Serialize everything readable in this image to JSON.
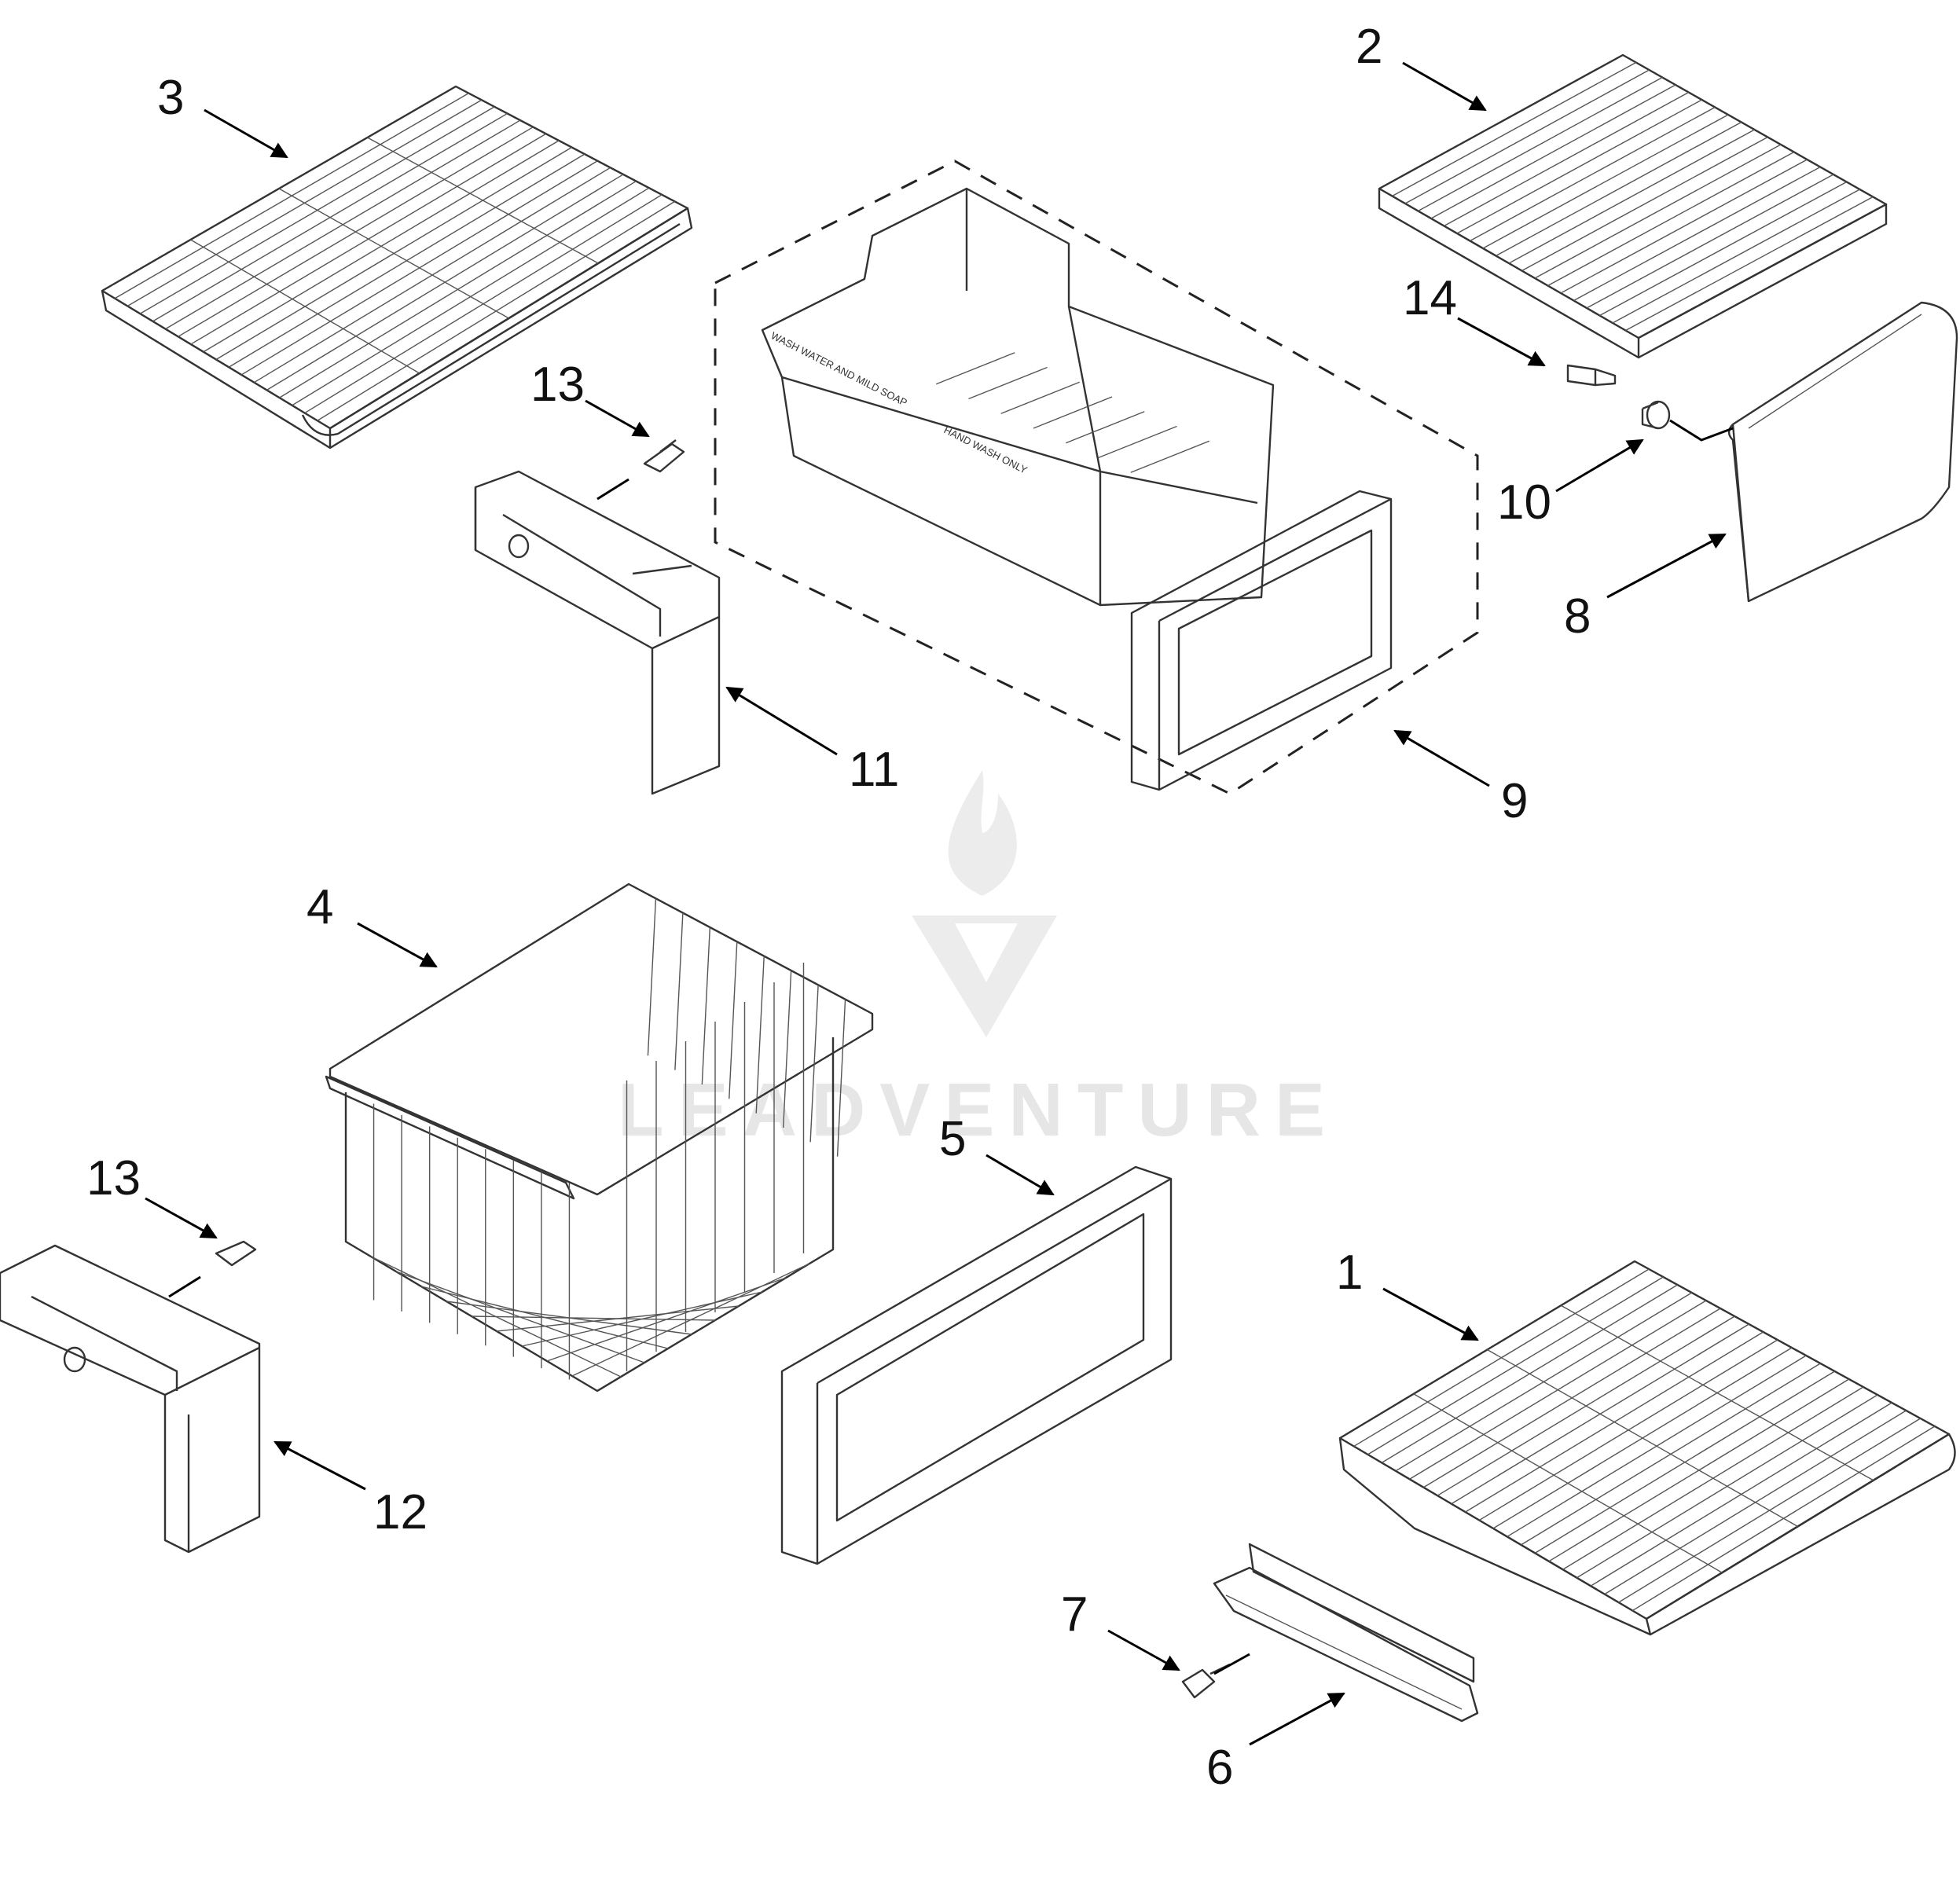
{
  "diagram": {
    "callouts": [
      {
        "id": "c3",
        "label": "3"
      },
      {
        "id": "c2",
        "label": "2"
      },
      {
        "id": "c14",
        "label": "14"
      },
      {
        "id": "c13a",
        "label": "13"
      },
      {
        "id": "c10",
        "label": "10"
      },
      {
        "id": "c8",
        "label": "8"
      },
      {
        "id": "c11",
        "label": "11"
      },
      {
        "id": "c9",
        "label": "9"
      },
      {
        "id": "c4",
        "label": "4"
      },
      {
        "id": "c5",
        "label": "5"
      },
      {
        "id": "c13b",
        "label": "13"
      },
      {
        "id": "c1",
        "label": "1"
      },
      {
        "id": "c12",
        "label": "12"
      },
      {
        "id": "c7",
        "label": "7"
      },
      {
        "id": "c6",
        "label": "6"
      }
    ],
    "bin_labels": [
      "HAND WASH ONLY",
      "WASH WATER AND MILD SOAP"
    ],
    "watermark": "LEADVENTURE"
  }
}
